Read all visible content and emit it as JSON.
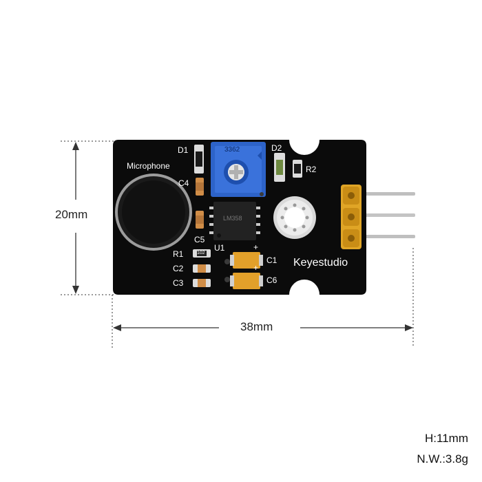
{
  "dimensions": {
    "height_label": "20mm",
    "width_label": "38mm",
    "thickness": "H:11mm",
    "net_weight": "N.W.:3.8g"
  },
  "board": {
    "brand": "Keyestudio",
    "mic_label": "Microphone",
    "pot_marking": "3362",
    "ic_marking": "LM358",
    "resistor_marking": "102",
    "labels": {
      "d1": "D1",
      "d2": "D2",
      "r1": "R1",
      "r2": "R2",
      "c1": "C1",
      "c2": "C2",
      "c3": "C3",
      "c4": "C4",
      "c5": "C5",
      "c6": "C6",
      "u1": "U1",
      "plus1": "+",
      "plus2": "+"
    }
  },
  "colors": {
    "pcb": "#0b0b0b",
    "potentiometer": "#2d63c9",
    "header_pins": "#e0a526",
    "tantalum": "#e2a02a",
    "silkscreen": "#ffffff"
  }
}
